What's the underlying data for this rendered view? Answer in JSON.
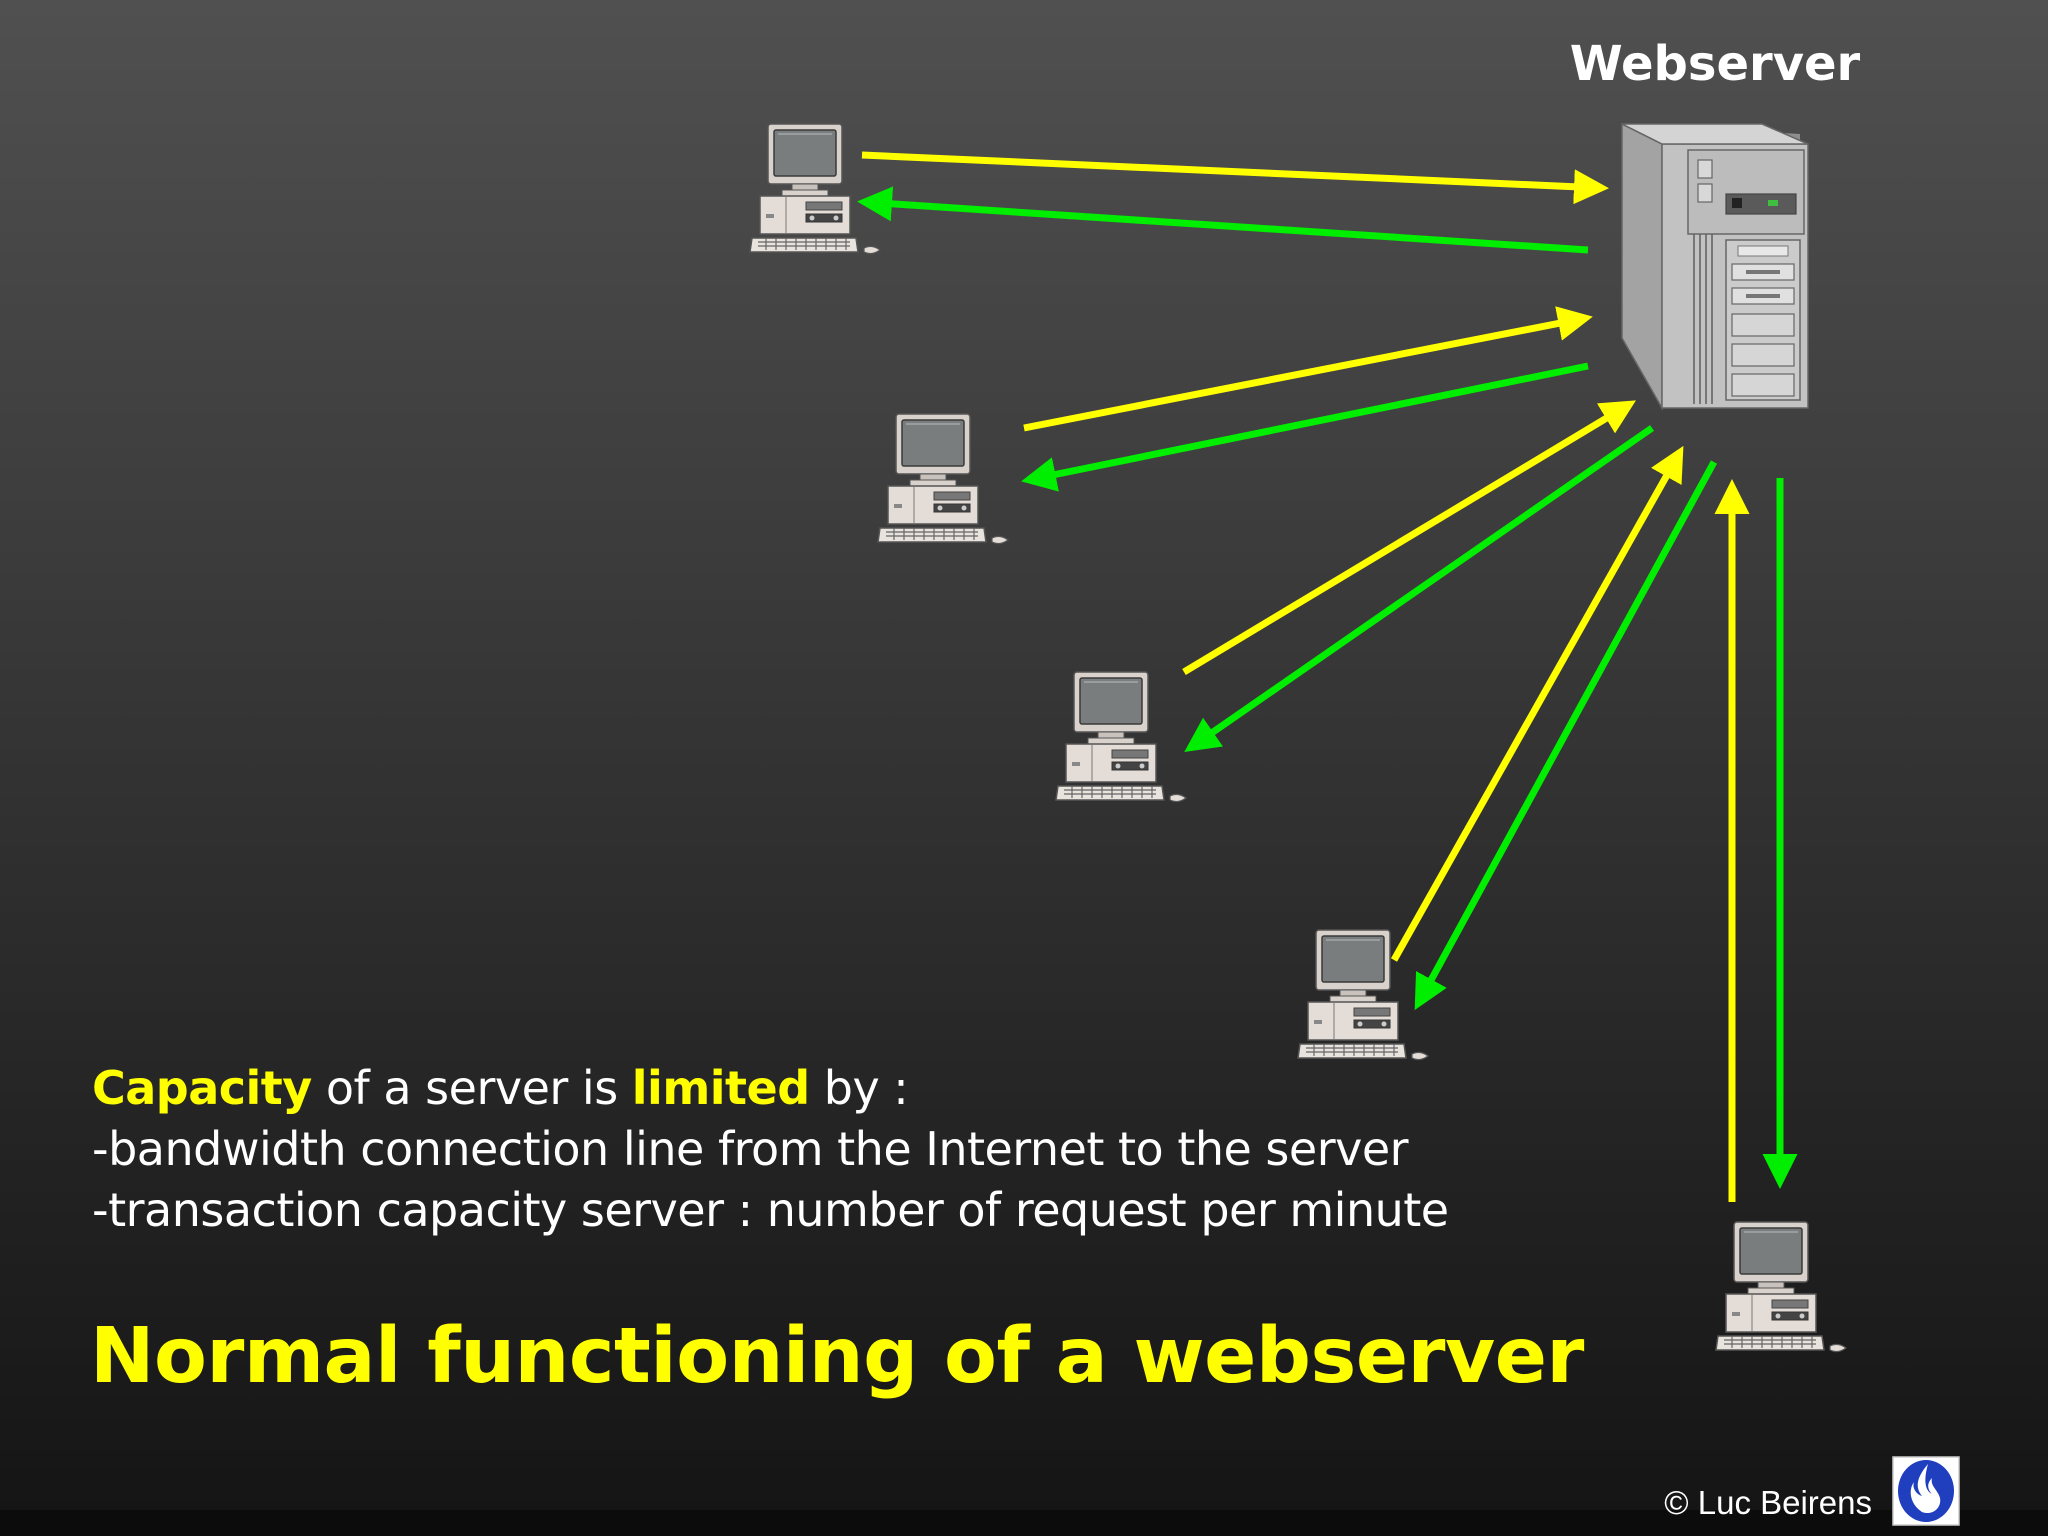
{
  "diagram": {
    "server_label": "Webserver",
    "colors": {
      "request_arrow": "#ffff00",
      "response_arrow": "#00ee00",
      "background_top": "#505050",
      "background_bottom": "#141414"
    },
    "nodes": [
      {
        "id": "webserver",
        "icon": "server-tower-icon"
      },
      {
        "id": "client-1",
        "icon": "desktop-computer-icon"
      },
      {
        "id": "client-2",
        "icon": "desktop-computer-icon"
      },
      {
        "id": "client-3",
        "icon": "desktop-computer-icon"
      },
      {
        "id": "client-4",
        "icon": "desktop-computer-icon"
      },
      {
        "id": "client-5",
        "icon": "desktop-computer-icon"
      }
    ],
    "edges": [
      {
        "from": "client-1",
        "to": "webserver",
        "kind": "request"
      },
      {
        "from": "webserver",
        "to": "client-1",
        "kind": "response"
      },
      {
        "from": "client-2",
        "to": "webserver",
        "kind": "request"
      },
      {
        "from": "webserver",
        "to": "client-2",
        "kind": "response"
      },
      {
        "from": "client-3",
        "to": "webserver",
        "kind": "request"
      },
      {
        "from": "webserver",
        "to": "client-3",
        "kind": "response"
      },
      {
        "from": "client-4",
        "to": "webserver",
        "kind": "request"
      },
      {
        "from": "webserver",
        "to": "client-4",
        "kind": "response"
      },
      {
        "from": "client-5",
        "to": "webserver",
        "kind": "request"
      },
      {
        "from": "webserver",
        "to": "client-5",
        "kind": "response"
      }
    ]
  },
  "text": {
    "capacity_word": "Capacity",
    "of_a_server_is": " of a server is ",
    "limited_word": "limited",
    "by": " by :",
    "bullet_1": "-bandwidth connection line from the Internet to the server",
    "bullet_2": "-transaction capacity server : number of request per minute"
  },
  "title": "Normal functioning of a webserver",
  "footer": {
    "copyright": "© Luc Beirens",
    "logo_icon": "police-flame-logo"
  }
}
